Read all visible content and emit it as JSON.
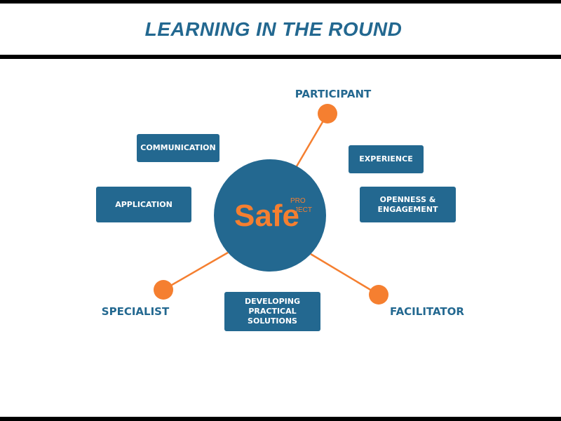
{
  "title": "LEARNING IN THE ROUND",
  "center_logo": {
    "main": "Safe",
    "sup1": "PRO",
    "sup2": "JECT"
  },
  "roles": {
    "participant": "PARTICIPANT",
    "specialist": "SPECIALIST",
    "facilitator": "FACILITATOR"
  },
  "boxes": {
    "communication": "COMMUNICATION",
    "application": "APPLICATION",
    "experience": "EXPERIENCE",
    "openness": "OPENNESS & ENGAGEMENT",
    "developing": "DEVELOPING PRACTICAL SOLUTIONS"
  },
  "colors": {
    "blue": "#236890",
    "orange": "#f57f30"
  }
}
